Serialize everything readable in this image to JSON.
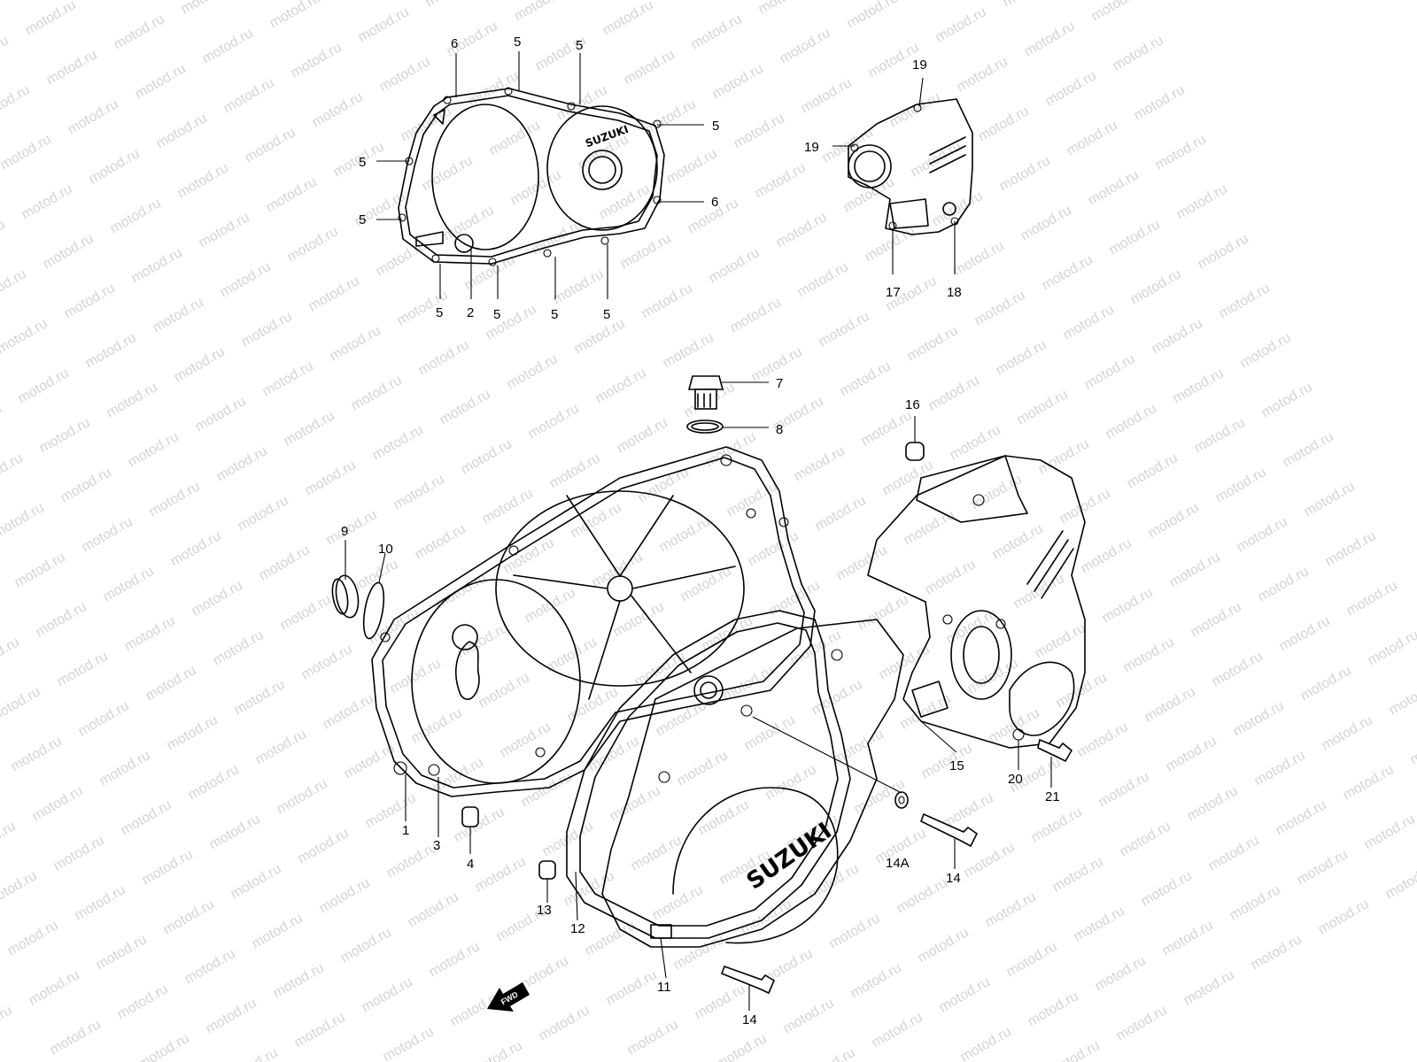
{
  "watermark": "motod.ru",
  "brand_logo": "SUZUKI",
  "fwd_label": "FWD",
  "callouts": [
    "6",
    "5",
    "5",
    "5",
    "5",
    "5",
    "6",
    "5",
    "2",
    "5",
    "5",
    "5",
    "19",
    "19",
    "17",
    "18",
    "7",
    "8",
    "16",
    "9",
    "10",
    "15",
    "20",
    "21",
    "1",
    "3",
    "4",
    "14A",
    "14",
    "13",
    "12",
    "11",
    "14"
  ]
}
